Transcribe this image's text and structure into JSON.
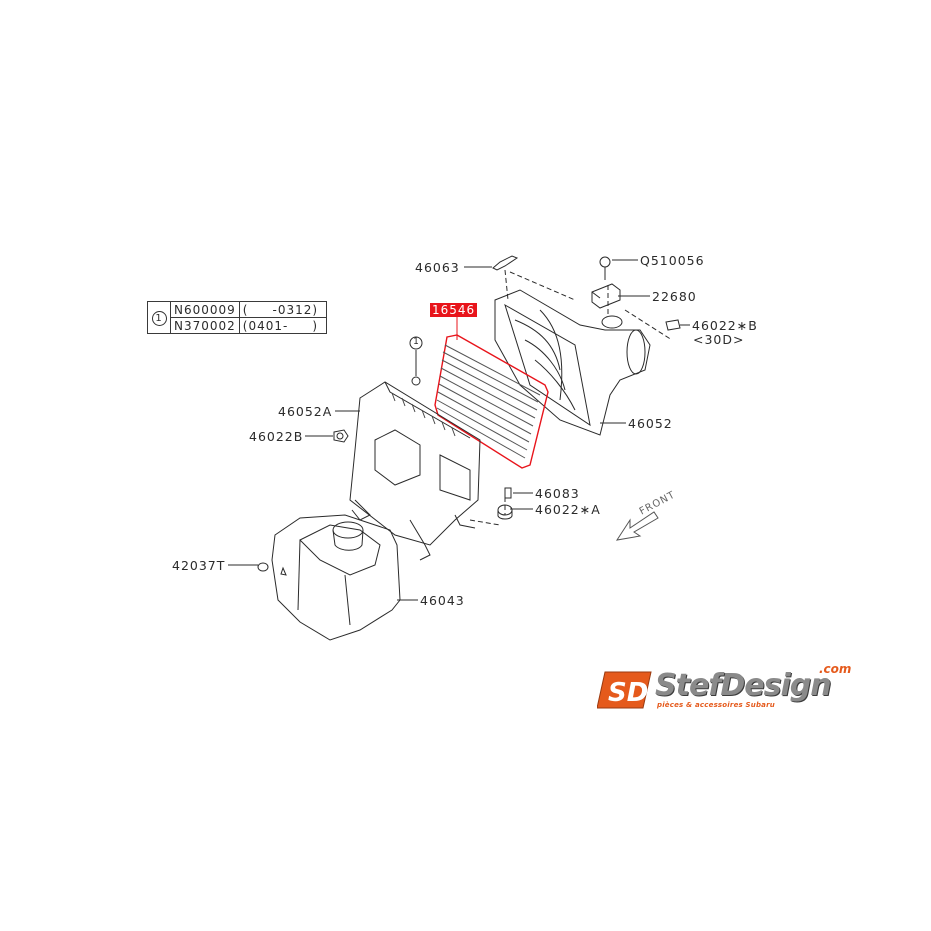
{
  "diagram": {
    "title": "Air cleaner assembly parts diagram",
    "highlight_color": "#e8141b",
    "line_color": "#2b2b2b",
    "legend": {
      "symbol": "1",
      "rows": [
        {
          "part": "N600009",
          "range": "(     -0312)"
        },
        {
          "part": "N370002",
          "range": "(0401-     )"
        }
      ]
    },
    "callouts": [
      {
        "id": "46063",
        "label": "46063"
      },
      {
        "id": "Q510056",
        "label": "Q510056"
      },
      {
        "id": "22680",
        "label": "22680"
      },
      {
        "id": "46022B_30D",
        "label": "46022∗B",
        "sub": "<30D>"
      },
      {
        "id": "16546",
        "label": "16546",
        "highlighted": true
      },
      {
        "id": "46052",
        "label": "46052"
      },
      {
        "id": "46052A",
        "label": "46052A"
      },
      {
        "id": "46022B",
        "label": "46022B"
      },
      {
        "id": "46083",
        "label": "46083"
      },
      {
        "id": "46022A",
        "label": "46022∗A"
      },
      {
        "id": "42037T",
        "label": "42037T"
      },
      {
        "id": "46043",
        "label": "46043"
      }
    ],
    "ref_marker": "1",
    "direction_label": "FRONT"
  },
  "logo": {
    "mark": "SD",
    "wordmark": "StefDesign",
    "domain_suffix": ".com",
    "tagline": "pièces & accessoires Subaru",
    "accent_color": "#e55a1c",
    "text_color": "#8a8a8a"
  }
}
